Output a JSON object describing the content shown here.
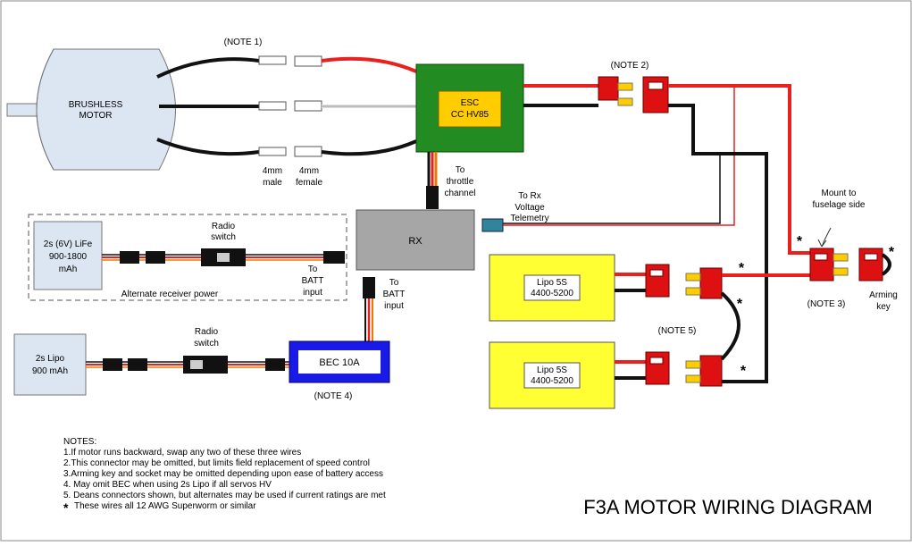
{
  "motor": {
    "label1": "BRUSHLESS",
    "label2": "MOTOR"
  },
  "esc": {
    "label1": "ESC",
    "label2": "CC HV85",
    "fill": "#228b22",
    "label_fill": "#ffcc00"
  },
  "rx": {
    "label": "RX"
  },
  "bec": {
    "label": "BEC 10A"
  },
  "life_battery": {
    "line1": "2s (6V) LiFe",
    "line2": "900-1800",
    "line3": "mAh"
  },
  "lipo_small": {
    "line1": "2s Lipo",
    "line2": "900 mAh"
  },
  "lipo_packs": [
    {
      "line1": "Lipo 5S",
      "line2": "4400-5200"
    },
    {
      "line1": "Lipo 5S",
      "line2": "4400-5200"
    }
  ],
  "labels": {
    "note1": "(NOTE 1)",
    "note2": "(NOTE 2)",
    "note3": "(NOTE 3)",
    "note4": "(NOTE 4)",
    "note5": "(NOTE 5)",
    "male1": "4mm",
    "male2": "male",
    "female1": "4mm",
    "female2": "female",
    "throttle1": "To",
    "throttle2": "throttle",
    "throttle3": "channel",
    "telemetry1": "To Rx",
    "telemetry2": "Voltage",
    "telemetry3": "Telemetry",
    "radio_switch1_a": "Radio",
    "radio_switch1_b": "switch",
    "radio_switch2_a": "Radio",
    "radio_switch2_b": "switch",
    "batt1_a": "To",
    "batt1_b": "BATT",
    "batt1_c": "input",
    "batt2_a": "To",
    "batt2_b": "BATT",
    "batt2_c": "input",
    "alt_power": "Alternate receiver power",
    "mount1": "Mount to",
    "mount2": "fuselage side",
    "arming1": "Arming",
    "arming2": "key",
    "star": "*"
  },
  "notes": {
    "heading": "NOTES:",
    "lines": [
      "1.If motor runs backward, swap any two of these three wires",
      "2.This connector may be omitted, but limits field replacement of speed control",
      "3.Arming key and socket may be omitted depending upon ease of battery access",
      "4. May omit BEC when using 2s Lipo if all servos HV",
      "5. Deans connectors shown, but alternates may be used if current ratings are met"
    ],
    "asterisk_symbol": "*",
    "asterisk_note": "These wires all 12 AWG Superworm or similar"
  },
  "title": "F3A MOTOR WIRING DIAGRAM",
  "colors": {
    "red_wire": "#e8201e",
    "black_wire": "#111111",
    "white_wire": "#dddddd",
    "orange_wire": "#f07800",
    "yellow_pack": "#ffff33",
    "bec_blue": "#1a1ae6",
    "rx_gray": "#a6a6a6",
    "box_blue": "#dce6f2",
    "connector_red": "#dd1111"
  }
}
